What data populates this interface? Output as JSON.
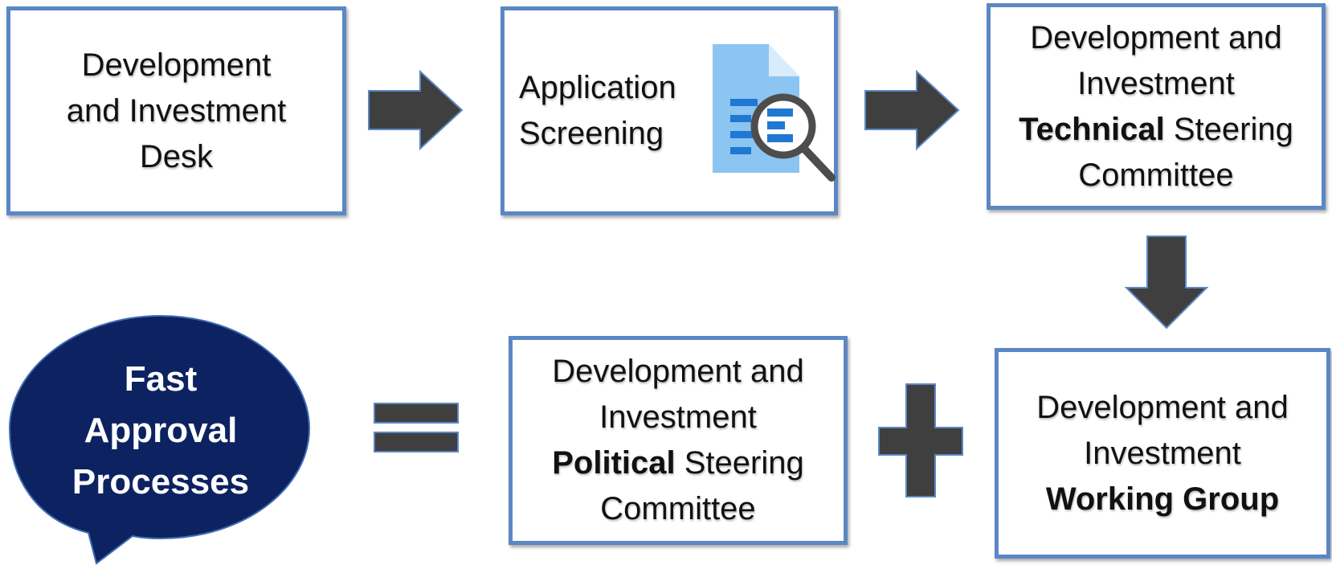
{
  "boxes": {
    "desk": {
      "line1": "Development",
      "line2": "and Investment",
      "line3": "Desk"
    },
    "screening": {
      "line1": "Application",
      "line2": "Screening"
    },
    "technical": {
      "line1": "Development and",
      "line2": "Investment",
      "bold": "Technical",
      "rest": " Steering",
      "line4": "Committee"
    },
    "political": {
      "line1": "Development and",
      "line2": "Investment",
      "bold": "Political",
      "rest": " Steering",
      "line4": "Committee"
    },
    "working": {
      "line1": "Development and",
      "line2": "Investment",
      "bold": "Working Group"
    }
  },
  "bubble": {
    "line1": "Fast",
    "line2": "Approval",
    "line3": "Processes"
  },
  "icons": {
    "screening_icon": "document-search-icon",
    "arrow": "right-arrow-icon",
    "plus": "plus-icon",
    "equals": "equals-icon"
  },
  "colors": {
    "box_border": "#5b87c5",
    "arrow_fill": "#3f3f3f",
    "bubble_fill": "#0d2260",
    "doc_blue": "#8cc4f2",
    "doc_lines": "#1f78d1"
  }
}
